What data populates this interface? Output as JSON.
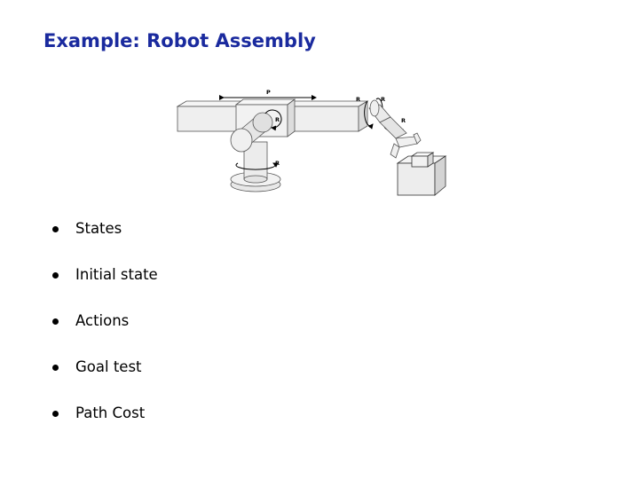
{
  "slide": {
    "title": "Example: Robot Assembly",
    "figure": {
      "labels": {
        "prismatic": "P",
        "rotary": "R"
      }
    },
    "bullets": [
      "States",
      "Initial state",
      "Actions",
      "Goal test",
      "Path Cost"
    ]
  }
}
